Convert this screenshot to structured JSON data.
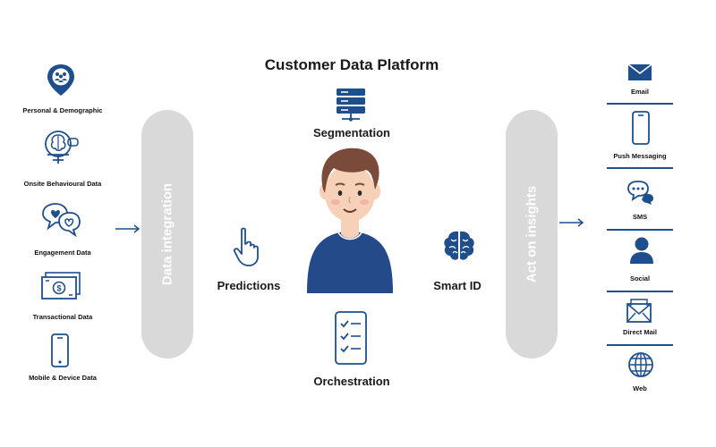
{
  "title": "Customer Data Platform",
  "sources": [
    {
      "label": "Personal & Demographic",
      "icon": "location-pin-people-icon"
    },
    {
      "label": "Onsite Behavioural Data",
      "icon": "brain-chat-icon"
    },
    {
      "label": "Engagement Data",
      "icon": "heart-chat-icon"
    },
    {
      "label": "Transactional Data",
      "icon": "money-stack-icon"
    },
    {
      "label": "Mobile & Device Data",
      "icon": "mobile-phone-icon"
    }
  ],
  "pillars": {
    "left": "Data integration",
    "right": "Act on insights"
  },
  "center": {
    "segmentation": "Segmentation",
    "predictions": "Predictions",
    "smart_id": "Smart ID",
    "orchestration": "Orchestration"
  },
  "channels": [
    {
      "label": "Email",
      "icon": "envelope-icon"
    },
    {
      "label": "Push Messaging",
      "icon": "smartphone-icon"
    },
    {
      "label": "SMS",
      "icon": "chat-bubbles-icon"
    },
    {
      "label": "Social",
      "icon": "user-icon"
    },
    {
      "label": "Direct Mail",
      "icon": "mail-letter-icon"
    },
    {
      "label": "Web",
      "icon": "globe-icon"
    }
  ],
  "colors": {
    "navy": "#1f4e8c",
    "pillar": "#d9d9d9",
    "hair": "#7a4a3a",
    "skin": "#f6d0b7",
    "shirt": "#244a8a"
  }
}
